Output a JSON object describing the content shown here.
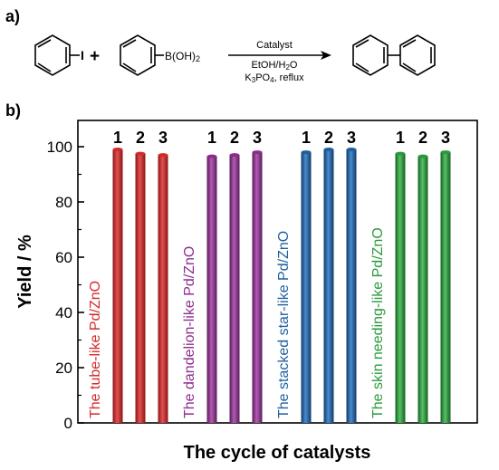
{
  "panel_a": {
    "label": "a)",
    "reactant1_suffix": "I",
    "plus": "+",
    "reactant2_suffix": "B(OH)",
    "reactant2_sub": "2",
    "catalyst": "Catalyst",
    "solvent_main": "EtOH/H",
    "solvent_sub": "2",
    "solvent_end": "O",
    "base_k": "K",
    "base_k_sub": "3",
    "base_po": "PO",
    "base_po_sub": "4",
    "base_end": ", reflux"
  },
  "chart_data": {
    "type": "bar",
    "panel_label": "b)",
    "title": "",
    "xlabel": "The cycle of catalysts",
    "ylabel": "Yield / %",
    "ylim": [
      0,
      100
    ],
    "yticks": [
      0,
      20,
      40,
      60,
      80,
      100
    ],
    "grid": false,
    "groups": [
      {
        "name": "The tube-like Pd/ZnO",
        "color": "#d42a2a",
        "cycles": [
          "1",
          "2",
          "3"
        ],
        "values": [
          99,
          97.5,
          97
        ]
      },
      {
        "name": "The dandelion-like Pd/ZnO",
        "color": "#8e2c8e",
        "cycles": [
          "1",
          "2",
          "3"
        ],
        "values": [
          96.5,
          97,
          98
        ]
      },
      {
        "name": "The stacked star-like Pd/ZnO",
        "color": "#1f5f9e",
        "cycles": [
          "1",
          "2",
          "3"
        ],
        "values": [
          98,
          99,
          99
        ]
      },
      {
        "name": "The skin needing-like Pd/ZnO",
        "color": "#2a9a3a",
        "cycles": [
          "1",
          "2",
          "3"
        ],
        "values": [
          97.5,
          96.5,
          98
        ]
      }
    ]
  }
}
